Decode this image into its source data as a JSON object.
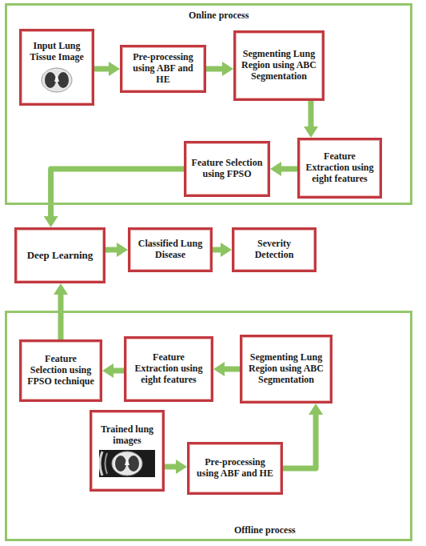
{
  "diagram": {
    "nodes": [
      {
        "text": [
          "Online process"
        ]
      },
      {
        "text": [
          "Input Lung Tissue Image"
        ],
        "in": 0
      },
      {
        "text": [
          "Pre-processing using ABF and HE"
        ],
        "in": 0
      },
      {
        "text": [
          "Segmenting Lung Region using ABC Segmentation"
        ],
        "in": 0
      },
      {
        "text": [
          "Feature Selection using FPSO"
        ],
        "in": 0
      },
      {
        "text": [
          "Feature Extraction using eight features"
        ],
        "in": 0
      },
      {
        "text": [
          "Deep Learning"
        ]
      },
      {
        "text": [
          "Classified Lung Disease"
        ]
      },
      {
        "text": [
          "Severity Detection"
        ]
      },
      {
        "text": [
          "Offline process"
        ]
      },
      {
        "text": [
          "Feature Selection using FPSO technique"
        ],
        "in": 9
      },
      {
        "text": [
          "Feature Extraction using eight features"
        ],
        "in": 9
      },
      {
        "text": [
          "Segmenting Lung Region using ABC Segmentation"
        ],
        "in": 9
      },
      {
        "text": [
          "Trained lung images"
        ],
        "in": 9
      },
      {
        "text": [
          "Pre-processing using ABF and HE"
        ],
        "in": 9
      }
    ],
    "edges": [
      {
        "from": 1,
        "to": 2,
        "arrow": "to"
      },
      {
        "from": 2,
        "to": 3,
        "arrow": "to"
      },
      {
        "from": 3,
        "to": 5,
        "arrow": "to"
      },
      {
        "from": 5,
        "to": 4,
        "arrow": "to"
      },
      {
        "from": 4,
        "to": 6,
        "arrow": "to"
      },
      {
        "from": 6,
        "to": 7,
        "arrow": "to"
      },
      {
        "from": 7,
        "to": 8,
        "arrow": "to"
      },
      {
        "from": 10,
        "to": 6,
        "arrow": "to"
      },
      {
        "from": 11,
        "to": 10,
        "arrow": "to"
      },
      {
        "from": 12,
        "to": 11,
        "arrow": "to"
      },
      {
        "from": 13,
        "to": 14,
        "arrow": "to"
      },
      {
        "from": 14,
        "to": 12,
        "arrow": "to"
      }
    ]
  }
}
